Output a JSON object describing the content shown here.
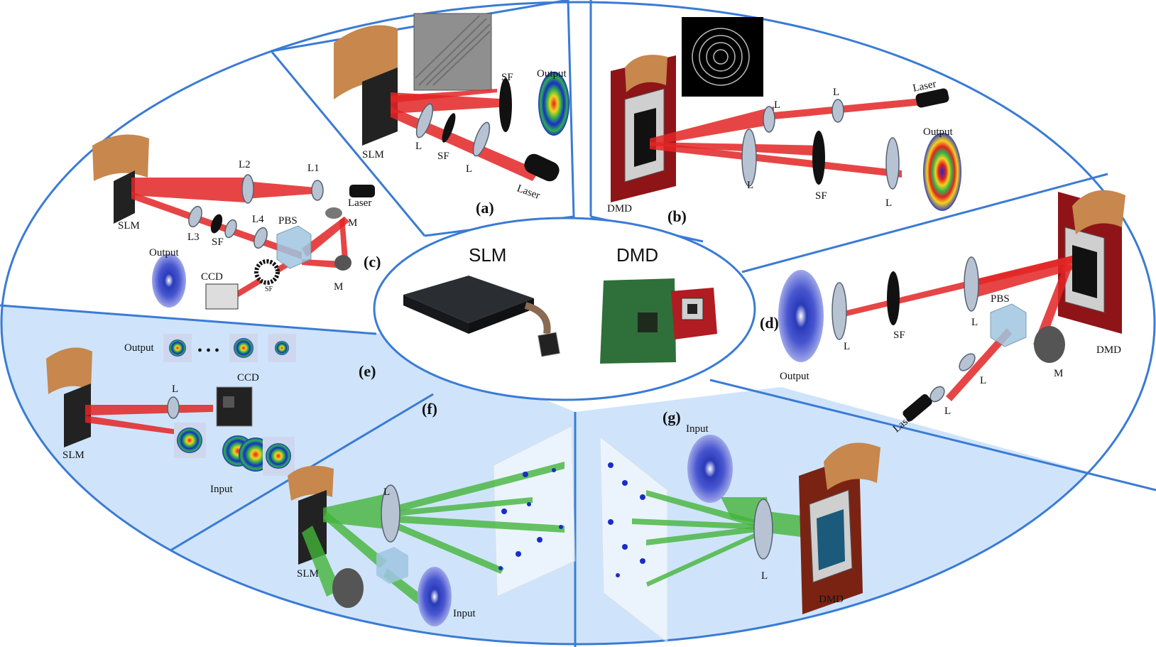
{
  "center": {
    "slm_label": "SLM",
    "dmd_label": "DMD"
  },
  "panels": {
    "a": {
      "tag": "(a)",
      "slm": "SLM",
      "sf": "SF",
      "output": "Output",
      "l1": "L",
      "sf2": "SF",
      "l2": "L",
      "laser": "Laser"
    },
    "b": {
      "tag": "(b)",
      "dmd": "DMD",
      "l1": "L",
      "l2": "L",
      "laser": "Laser",
      "output": "Output",
      "l3": "L",
      "sf": "SF",
      "l4": "L"
    },
    "c": {
      "tag": "(c)",
      "slm": "SLM",
      "l2": "L2",
      "l1": "L1",
      "laser": "Laser",
      "l3": "L3",
      "sf": "SF",
      "l4": "L4",
      "pbs": "PBS",
      "m1": "M",
      "m2": "M",
      "output": "Output",
      "ccd": "CCD",
      "sf2": "SF"
    },
    "d": {
      "tag": "(d)",
      "output": "Output",
      "l1": "L",
      "sf": "SF",
      "l2": "L",
      "pbs": "PBS",
      "dmd": "DMD",
      "m": "M",
      "l3": "L",
      "l4": "L",
      "laser": "Laser"
    },
    "e": {
      "tag": "(e)",
      "output": "Output",
      "dots": "• • •",
      "slm": "SLM",
      "l": "L",
      "ccd": "CCD",
      "input": "Input"
    },
    "f": {
      "tag": "(f)",
      "l": "L",
      "slm": "SLM",
      "input": "Input"
    },
    "g": {
      "tag": "(g)",
      "input": "Input",
      "l": "L",
      "dmd": "DMD"
    }
  },
  "colors": {
    "divider": "#3a7bd5",
    "lower_bg": "#cfe4fb",
    "beam_red": "#e32424",
    "beam_green": "#43b43a",
    "board_red": "#8e1418"
  }
}
